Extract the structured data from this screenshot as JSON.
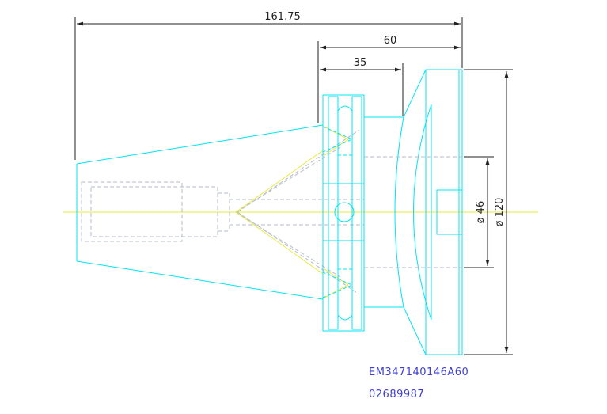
{
  "drawing": {
    "dimensions": {
      "overall_length": "161.75",
      "flange_length": "60",
      "groove_length": "35",
      "inner_diameter": "ø 46",
      "outer_diameter": "ø 120"
    },
    "part_number": "EM347140146A60",
    "serial_number": "02689987",
    "colors": {
      "outline": "#00e4f0",
      "centerline": "#e8ea3a",
      "hidden": "#b4bcc8",
      "dimension": "#222222",
      "code": "#3f3fd4"
    }
  }
}
